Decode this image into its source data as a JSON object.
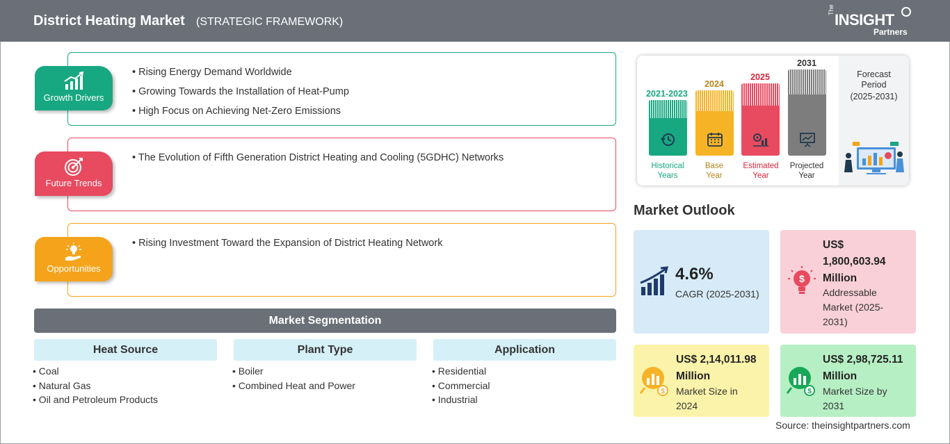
{
  "header": {
    "title": "District Heating Market",
    "subtitle": "(STRATEGIC FRAMEWORK)",
    "logo": {
      "the": "The",
      "insight": "INSIGHT",
      "partners": "Partners"
    }
  },
  "colors": {
    "header_bg": "#6b7078",
    "growth": "#17a882",
    "trends": "#e84a5f",
    "opportunities": "#f5a31a",
    "segment_head_bg": "#d6f0f8",
    "base_year": "#f5b325",
    "estimated": "#e84a5f",
    "projected": "#7d7d7d"
  },
  "framework": {
    "growth_drivers": {
      "label": "Growth Drivers",
      "icon": "growth-chart-icon",
      "items": [
        "Rising Energy Demand Worldwide",
        "Growing Towards the Installation of Heat-Pump",
        "High Focus on Achieving Net-Zero Emissions"
      ]
    },
    "future_trends": {
      "label": "Future Trends",
      "icon": "target-icon",
      "items": [
        "The Evolution of Fifth Generation District Heating and Cooling (5GDHC) Networks"
      ]
    },
    "opportunities": {
      "label": "Opportunities",
      "icon": "lightbulb-hand-icon",
      "items": [
        "Rising Investment Toward the Expansion of District Heating Network"
      ]
    }
  },
  "segmentation": {
    "title": "Market Segmentation",
    "columns": [
      {
        "heading": "Heat Source",
        "items": [
          "Coal",
          "Natural Gas",
          "Oil and Petroleum Products"
        ]
      },
      {
        "heading": "Plant Type",
        "items": [
          "Boiler",
          "Combined Heat and Power"
        ]
      },
      {
        "heading": "Application",
        "items": [
          "Residential",
          "Commercial",
          "Industrial"
        ]
      }
    ]
  },
  "timeline": {
    "periods": [
      {
        "year": "2021-2023",
        "label1": "Historical",
        "label2": "Years",
        "icon": "history-clock-icon"
      },
      {
        "year": "2024",
        "label1": "Base",
        "label2": "Year",
        "icon": "calendar-icon"
      },
      {
        "year": "2025",
        "label1": "Estimated",
        "label2": "Year",
        "icon": "gears-chart-icon"
      },
      {
        "year": "2031",
        "label1": "Projected",
        "label2": "Year",
        "icon": "presentation-board-icon"
      }
    ],
    "forecast": {
      "line1": "Forecast",
      "line2": "Period",
      "range": "(2025-2031)"
    }
  },
  "outlook": {
    "title": "Market Outlook",
    "cagr": {
      "value": "4.6%",
      "desc": "CAGR (2025-2031)",
      "icon": "bar-growth-icon"
    },
    "addressable": {
      "line1": "US$",
      "line2": "1,800,603.94",
      "line3": "Million",
      "desc1": "Addressable",
      "desc2": "Market (2025-",
      "desc3": "2031)",
      "icon": "dollar-bulb-icon"
    },
    "size2024": {
      "line1": "US$ 2,14,011.98",
      "line2": "Million",
      "desc1": "Market Size in",
      "desc2": "2024",
      "icon": "coin-chart-icon"
    },
    "size2031": {
      "line1": "US$ 2,98,725.11",
      "line2": "Million",
      "desc1": "Market Size by",
      "desc2": "2031",
      "icon": "coin-chart-icon"
    }
  },
  "source": "Source: theinsightpartners.com"
}
